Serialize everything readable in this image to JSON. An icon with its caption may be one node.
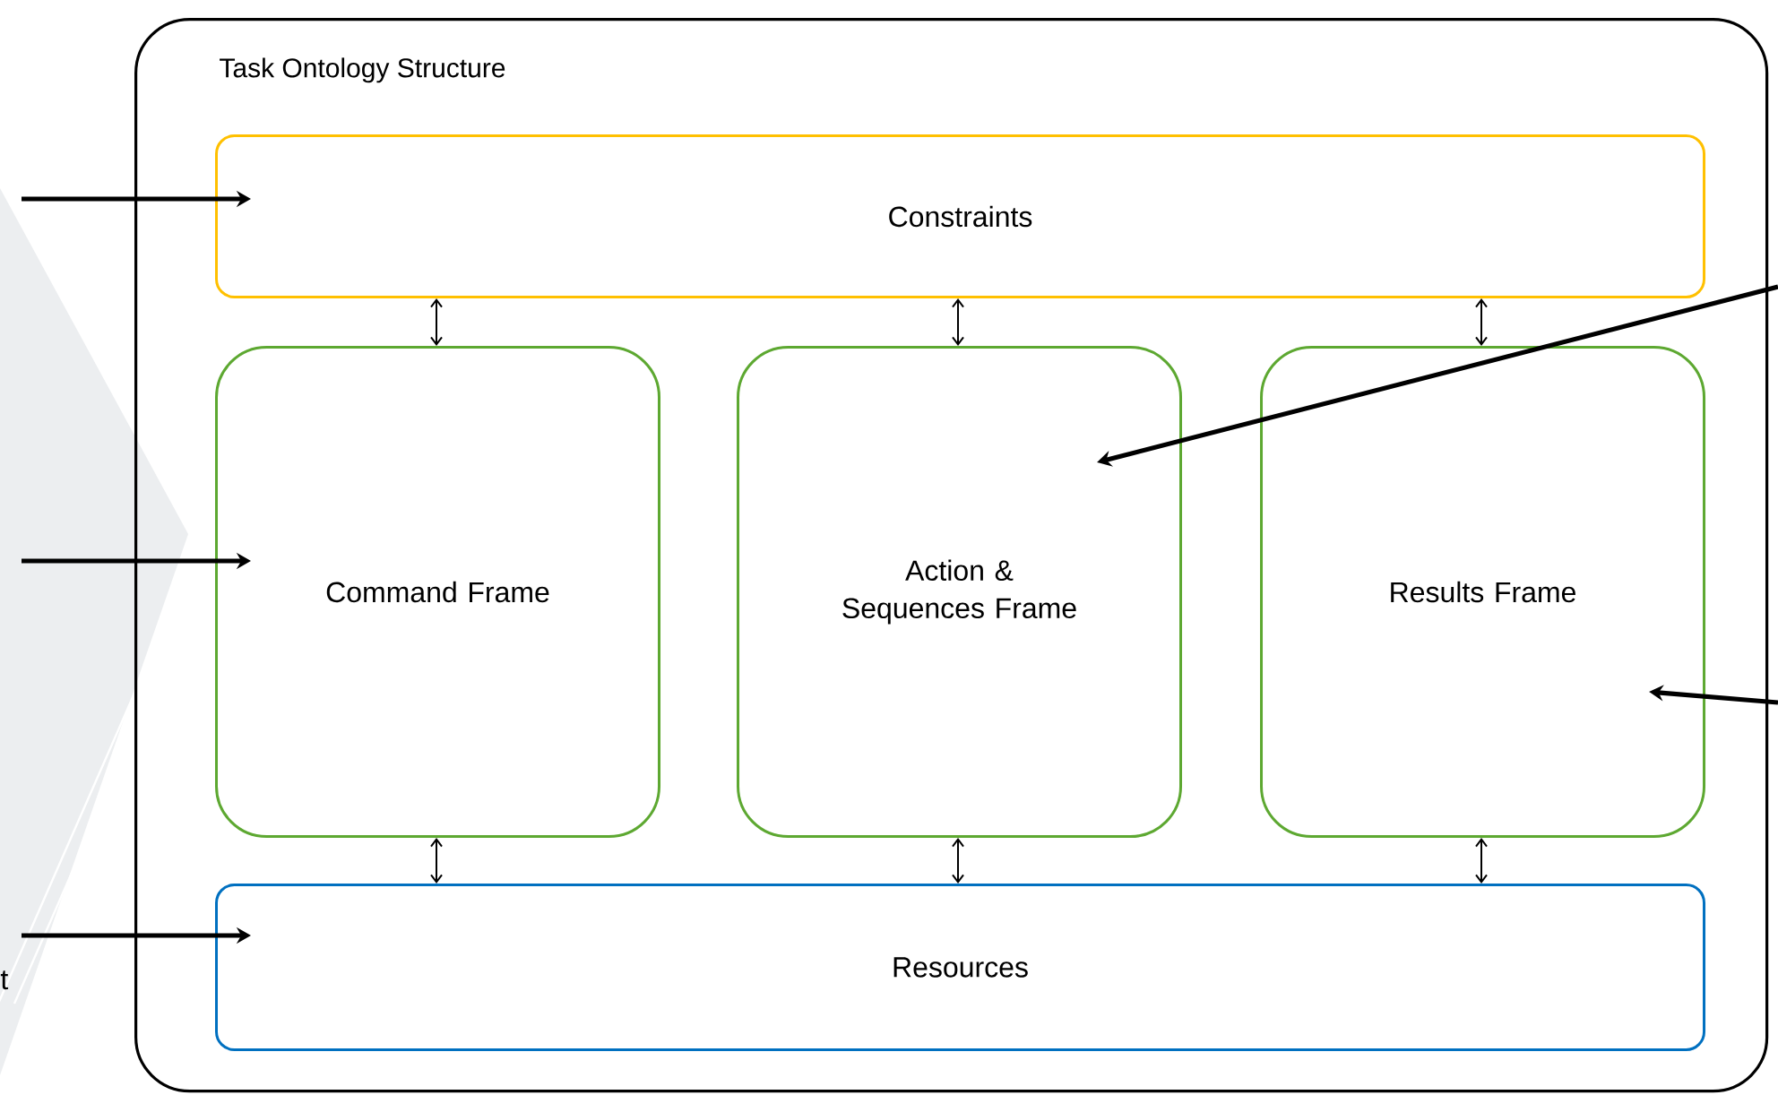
{
  "diagram": {
    "nodes": [
      {
        "text": [
          "Task Ontology Structure"
        ]
      },
      {
        "text": [
          "Constraints"
        ],
        "in": 0
      },
      {
        "text": [
          "Command Frame"
        ],
        "in": 0
      },
      {
        "text": [
          "Action & Sequences Frame"
        ],
        "in": 0
      },
      {
        "text": [
          "Results Frame"
        ],
        "in": 0
      },
      {
        "text": [
          "Resources"
        ],
        "in": 0
      }
    ],
    "edges": [
      {
        "from": 1,
        "to": 2,
        "arrow": "both"
      },
      {
        "from": 1,
        "to": 3,
        "arrow": "both"
      },
      {
        "from": 1,
        "to": 4,
        "arrow": "both"
      },
      {
        "from": 2,
        "to": 5,
        "arrow": "both"
      },
      {
        "from": 3,
        "to": 5,
        "arrow": "both"
      },
      {
        "from": 4,
        "to": 5,
        "arrow": "both"
      },
      {
        "from": null,
        "to": 1,
        "arrow": "to",
        "style": "thick"
      },
      {
        "from": null,
        "to": 2,
        "arrow": "to",
        "style": "thick"
      },
      {
        "from": null,
        "to": 5,
        "arrow": "to",
        "style": "thick"
      },
      {
        "from": null,
        "to": 3,
        "arrow": "to",
        "style": "thick"
      },
      {
        "from": null,
        "to": 4,
        "arrow": "to",
        "style": "thick"
      }
    ],
    "labels": [
      "t"
    ]
  }
}
